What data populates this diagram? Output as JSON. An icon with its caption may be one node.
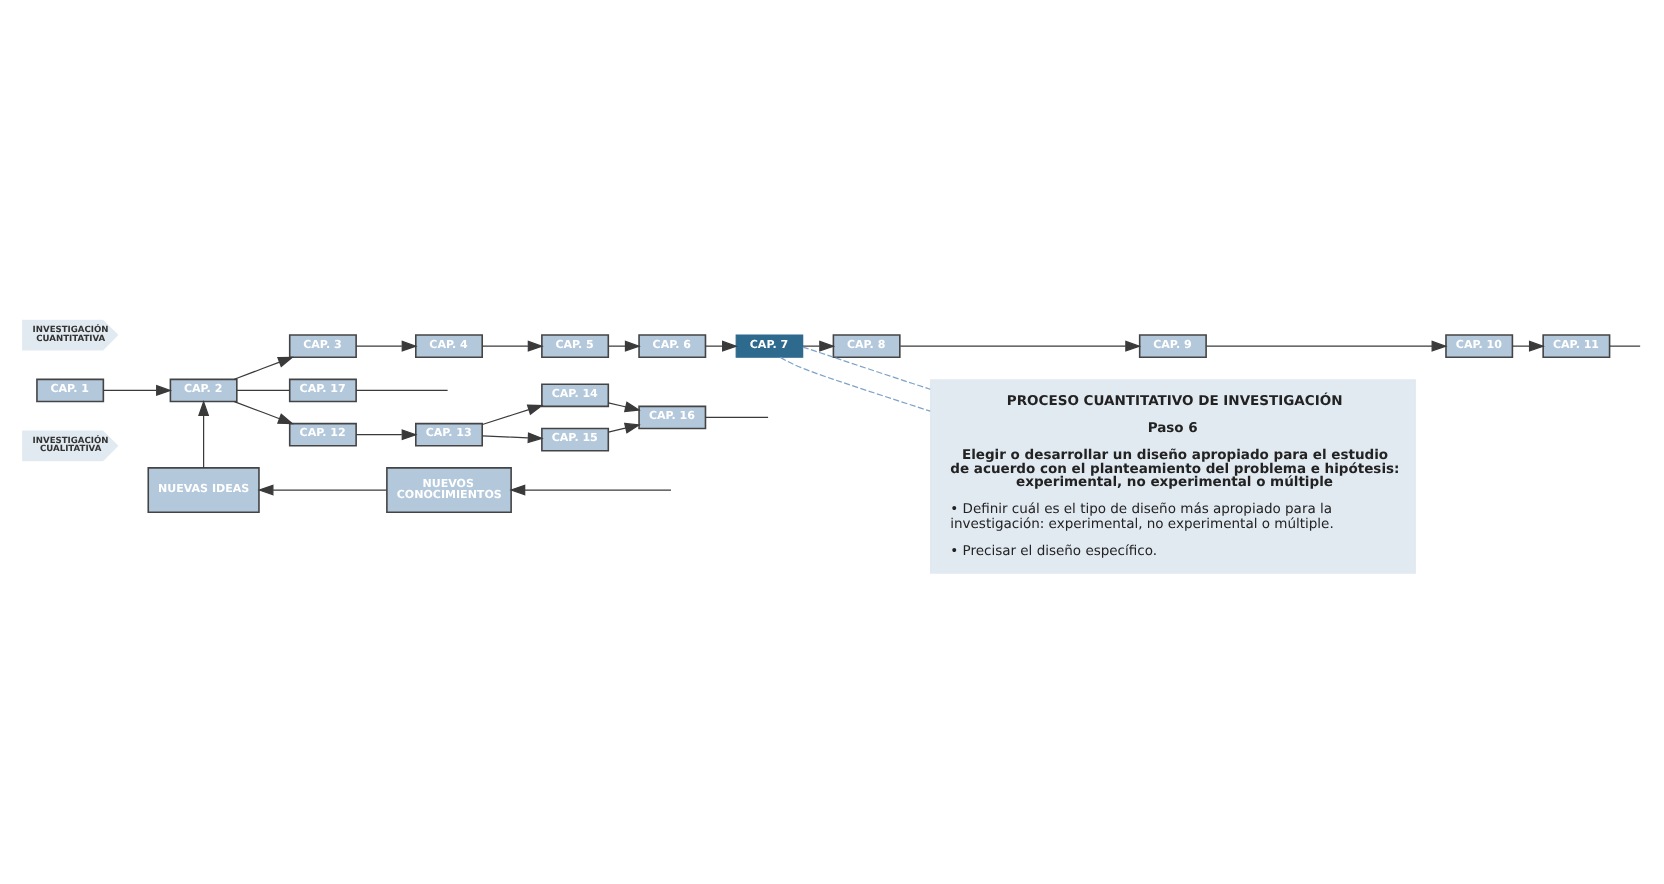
{
  "diagram": {
    "nodes": [
      {
        "text": [
          "INVESTIGACIÓN CUANTITATIVA"
        ]
      },
      {
        "text": [
          "INVESTIGACIÓN CUALITATIVA"
        ]
      },
      {
        "text": [
          "CAP. 1"
        ]
      },
      {
        "text": [
          "CAP. 2"
        ]
      },
      {
        "text": [
          "CAP. 3"
        ]
      },
      {
        "text": [
          "CAP. 4"
        ]
      },
      {
        "text": [
          "CAP. 5"
        ]
      },
      {
        "text": [
          "CAP. 6"
        ]
      },
      {
        "text": [
          "CAP. 7"
        ]
      },
      {
        "text": [
          "CAP. 8"
        ]
      },
      {
        "text": [
          "CAP. 9"
        ]
      },
      {
        "text": [
          "CAP. 10"
        ]
      },
      {
        "text": [
          "CAP. 11"
        ]
      },
      {
        "text": [
          "CAP. 17"
        ]
      },
      {
        "text": [
          "CAP. 12"
        ]
      },
      {
        "text": [
          "CAP. 13"
        ]
      },
      {
        "text": [
          "CAP. 14"
        ]
      },
      {
        "text": [
          "CAP. 15"
        ]
      },
      {
        "text": [
          "CAP. 16"
        ]
      },
      {
        "text": [
          "NUEVAS IDEAS"
        ]
      },
      {
        "text": [
          "NUEVOS CONOCIMIENTOS"
        ]
      },
      {
        "text": [
          "PROCESO CUANTITATIVO DE INVESTIGACIÓN",
          "Paso 6",
          "Elegir o desarrollar un diseño apropiado para el estudio de acuerdo con el planteamiento del problema e hipótesis: experimental, no experimental o múltiple",
          "• Definir cuál es el tipo de diseño más apropiado para la investigación: experimental, no experimental o múltiple.",
          "• Precisar el diseño específico."
        ]
      }
    ],
    "edges": [
      {
        "from": 2,
        "to": 3,
        "arrow": "to"
      },
      {
        "from": 3,
        "to": 4,
        "arrow": "to"
      },
      {
        "from": 3,
        "to": 13,
        "arrow": "none"
      },
      {
        "from": 3,
        "to": 14,
        "arrow": "to"
      },
      {
        "from": 4,
        "to": 5,
        "arrow": "to"
      },
      {
        "from": 5,
        "to": 6,
        "arrow": "to"
      },
      {
        "from": 6,
        "to": 7,
        "arrow": "to"
      },
      {
        "from": 7,
        "to": 8,
        "arrow": "to"
      },
      {
        "from": 8,
        "to": 9,
        "arrow": "to"
      },
      {
        "from": 9,
        "to": 10,
        "arrow": "to"
      },
      {
        "from": 10,
        "to": 11,
        "arrow": "to"
      },
      {
        "from": 11,
        "to": 12,
        "arrow": "to"
      },
      {
        "from": 12,
        "to": null,
        "arrow": "none"
      },
      {
        "from": 13,
        "to": null,
        "arrow": "none"
      },
      {
        "from": 14,
        "to": 15,
        "arrow": "to"
      },
      {
        "from": 15,
        "to": 16,
        "arrow": "to"
      },
      {
        "from": 15,
        "to": 17,
        "arrow": "to"
      },
      {
        "from": 16,
        "to": 18,
        "arrow": "to"
      },
      {
        "from": 17,
        "to": 18,
        "arrow": "to"
      },
      {
        "from": 18,
        "to": null,
        "arrow": "none"
      },
      {
        "from": null,
        "to": 20,
        "arrow": "to"
      },
      {
        "from": 20,
        "to": 19,
        "arrow": "to"
      },
      {
        "from": 19,
        "to": 3,
        "arrow": "to"
      },
      {
        "from": 8,
        "to": 21,
        "arrow": "none",
        "style": "dashed",
        "color": "#7fa3c8"
      },
      {
        "from": 8,
        "to": 21,
        "arrow": "none",
        "style": "dashed",
        "color": "#7fa3c8"
      }
    ]
  }
}
